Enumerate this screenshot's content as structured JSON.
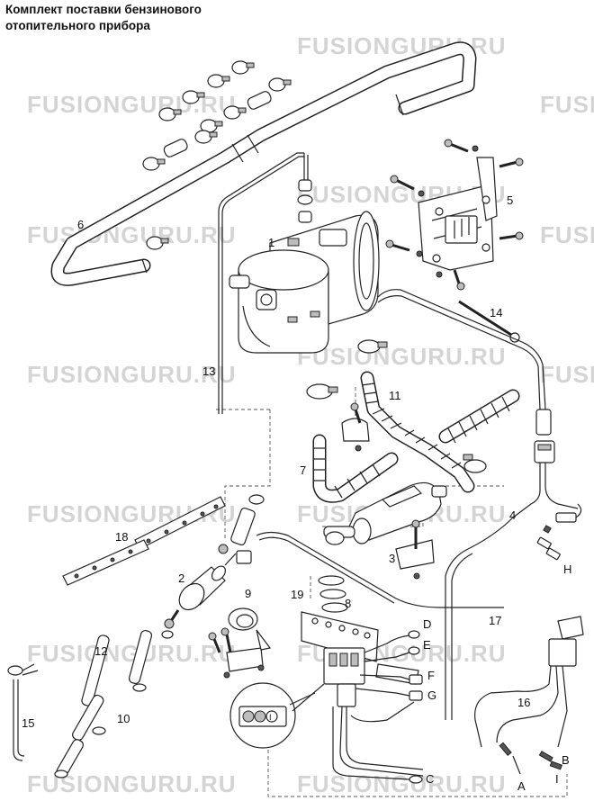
{
  "title": {
    "line1": "Комплект поставки бензинового",
    "line2": "отопительного прибора"
  },
  "watermark": "FUSIONGURU.RU",
  "labels": {
    "1": "1",
    "2": "2",
    "3": "3",
    "4": "4",
    "5": "5",
    "6": "6",
    "7": "7",
    "8": "8",
    "9": "9",
    "10": "10",
    "11": "11",
    "12": "12",
    "13": "13",
    "14": "14",
    "15": "15",
    "16": "16",
    "17": "17",
    "18": "18",
    "19": "19",
    "A": "A",
    "B": "B",
    "C": "C",
    "D": "D",
    "E": "E",
    "F": "F",
    "G": "G",
    "H": "H",
    "I": "I"
  }
}
